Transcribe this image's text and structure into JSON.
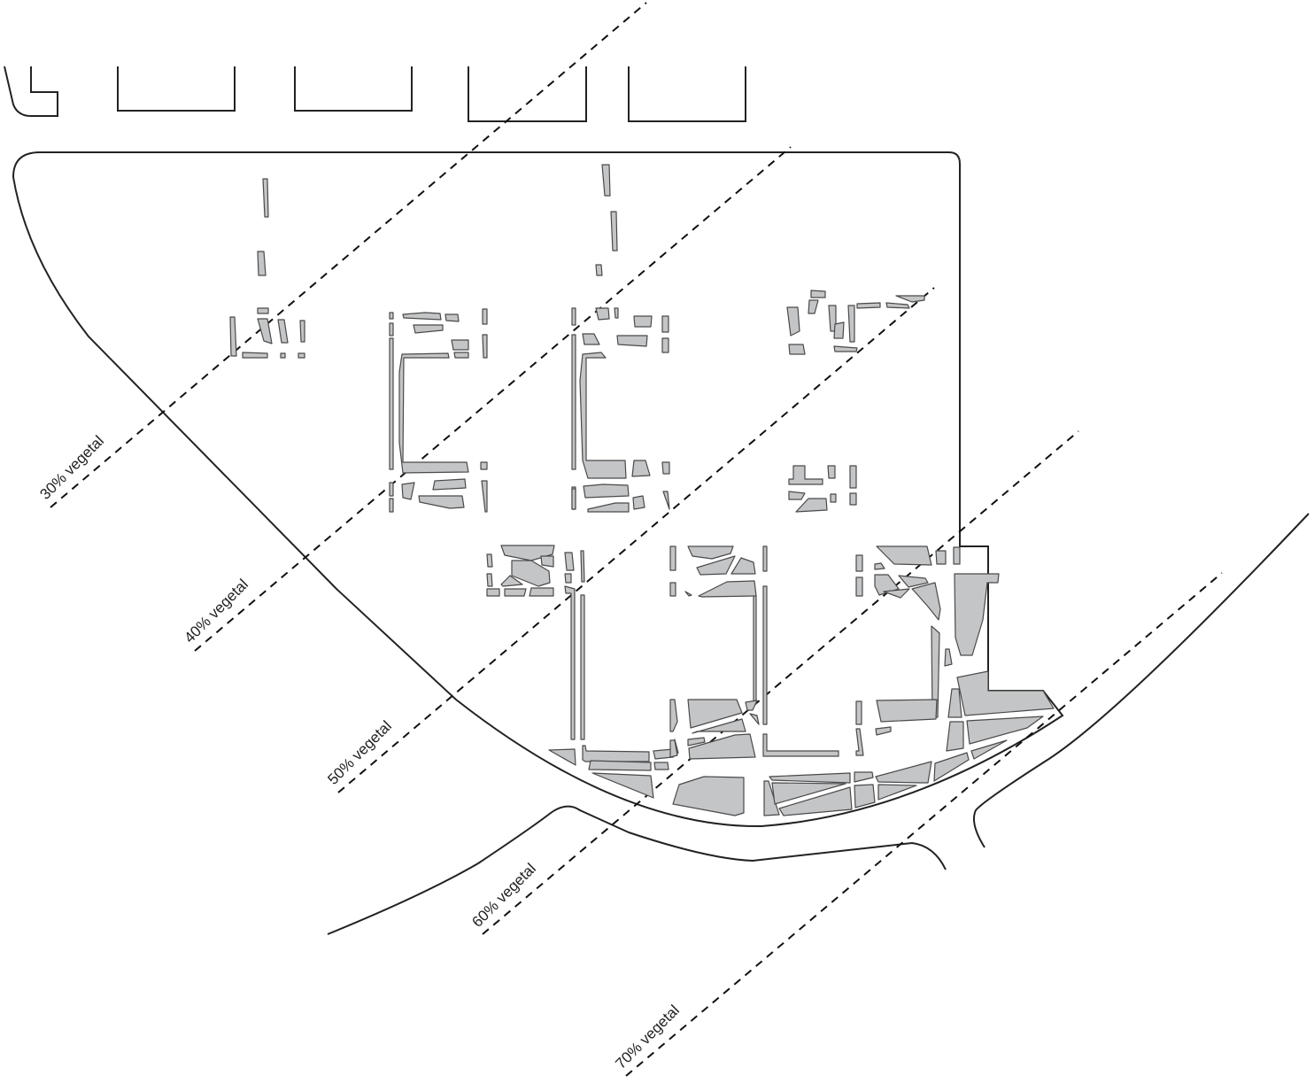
{
  "title": "Vegetal gradient site plan",
  "labels": {
    "v30": "30% vegetal",
    "v40": "40% vegetal",
    "v50": "50% vegetal",
    "v60": "60% vegetal",
    "v70": "70% vegetal"
  },
  "colors": {
    "planted_patch": "#c4c5c7",
    "outline": "#222222"
  }
}
